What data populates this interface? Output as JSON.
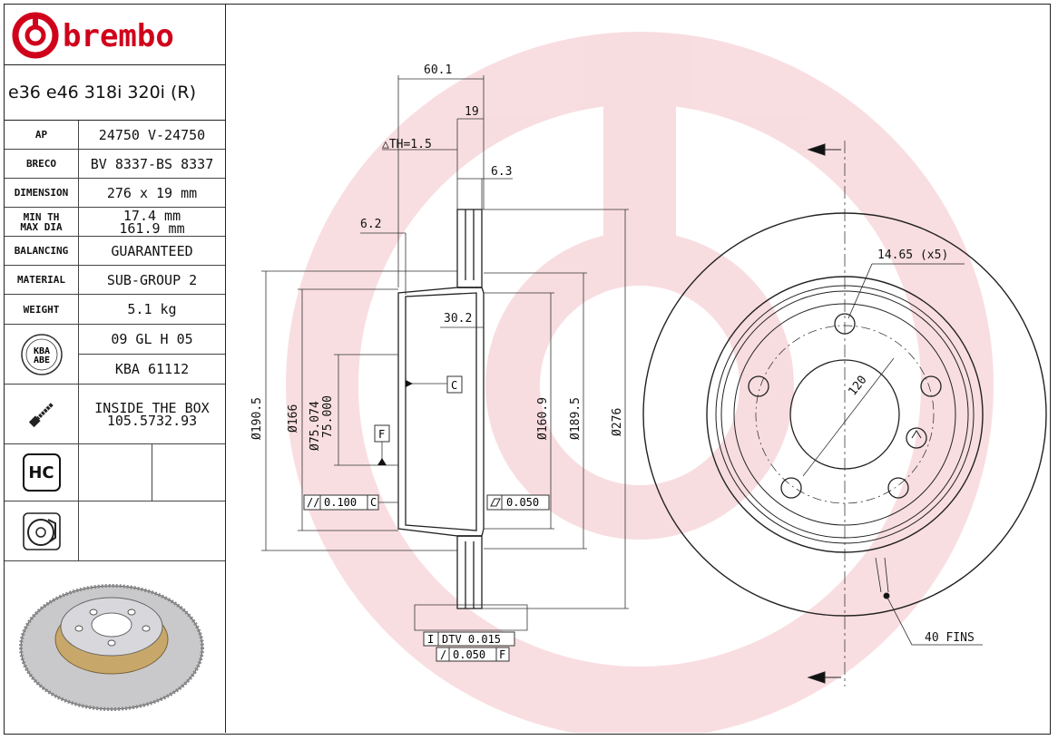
{
  "brand": {
    "name": "brembo",
    "color": "#d0021b"
  },
  "header": {
    "subtitle": "e36 e46 318i 320i (R)"
  },
  "specs": [
    {
      "label": "AP",
      "value": "24750 V-24750"
    },
    {
      "label": "BRECO",
      "value": "BV 8337-BS 8337"
    },
    {
      "label": "DIMENSION",
      "value": "276 x 19 mm"
    },
    {
      "label": "MIN TH",
      "label2": "MAX DIA",
      "value": "17.4 mm",
      "value2": "161.9 mm"
    },
    {
      "label": "BALANCING",
      "value": "GUARANTEED"
    },
    {
      "label": "MATERIAL",
      "value": "SUB-GROUP 2"
    },
    {
      "label": "WEIGHT",
      "value": "5.1 kg"
    }
  ],
  "kba": {
    "badge_top": "KBA",
    "badge_bottom": "ABE",
    "line1": "09 GL H 05",
    "line2": "KBA 61112"
  },
  "inside": {
    "line1": "INSIDE THE BOX",
    "line2": "105.5732.93",
    "icon": "screw-icon"
  },
  "hc": {
    "label": "HC"
  },
  "drawing": {
    "dims": {
      "overall_width": "60.1",
      "thickness": "19",
      "th": "△TH=1.5",
      "fin_offset": "6.3",
      "hat_offset": "6.2",
      "hat_depth": "30.2",
      "d190": "Ø190.5",
      "d166": "Ø166",
      "d75074": "Ø75.074",
      "d75000": "75.000",
      "d160": "Ø160.9",
      "d189": "Ø189.5",
      "d276": "Ø276",
      "holes": "14.65 (x5)",
      "pcd": "120",
      "fins": "40 FINS",
      "datum_c": "C",
      "datum_f": "F",
      "tol_parallel": "0.100",
      "tol_parallel_ref": "C",
      "tol_flat": "0.050",
      "tol_dtv": "DTV 0.015",
      "tol_runout": "0.050",
      "tol_runout_ref": "F"
    }
  }
}
